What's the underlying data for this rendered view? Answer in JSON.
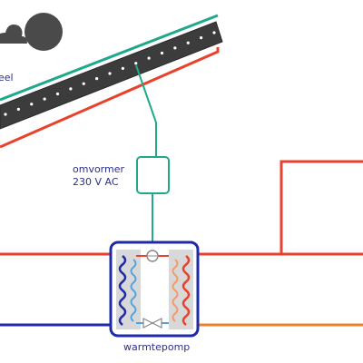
{
  "labels": {
    "panel_partial": "eel",
    "inverter_line1": "omvormer",
    "inverter_line2": "230 V AC",
    "heat_pump": "warmtepomp"
  },
  "icons": {
    "cloud": "cloud-icon",
    "sun": "sun-icon",
    "panel": "solar-panel-icon",
    "inverter": "inverter-icon",
    "heat_pump": "heat-pump-icon",
    "compressor": "compressor-icon",
    "expansion_valve": "expansion-valve-icon"
  },
  "colors": {
    "supply": "#e8412c",
    "return": "#1e2aa8",
    "electric": "#1fa98a",
    "outlet": "#e8822c",
    "panel": "#3c3c3c",
    "weather": "#4a4a4a",
    "label": "#2b2f8f",
    "coil_outer": "#1e2aa8",
    "coil_inner": "#4fa3e0",
    "coil_hot": "#e8412c",
    "coil_hot_inner": "#f19a6b"
  }
}
